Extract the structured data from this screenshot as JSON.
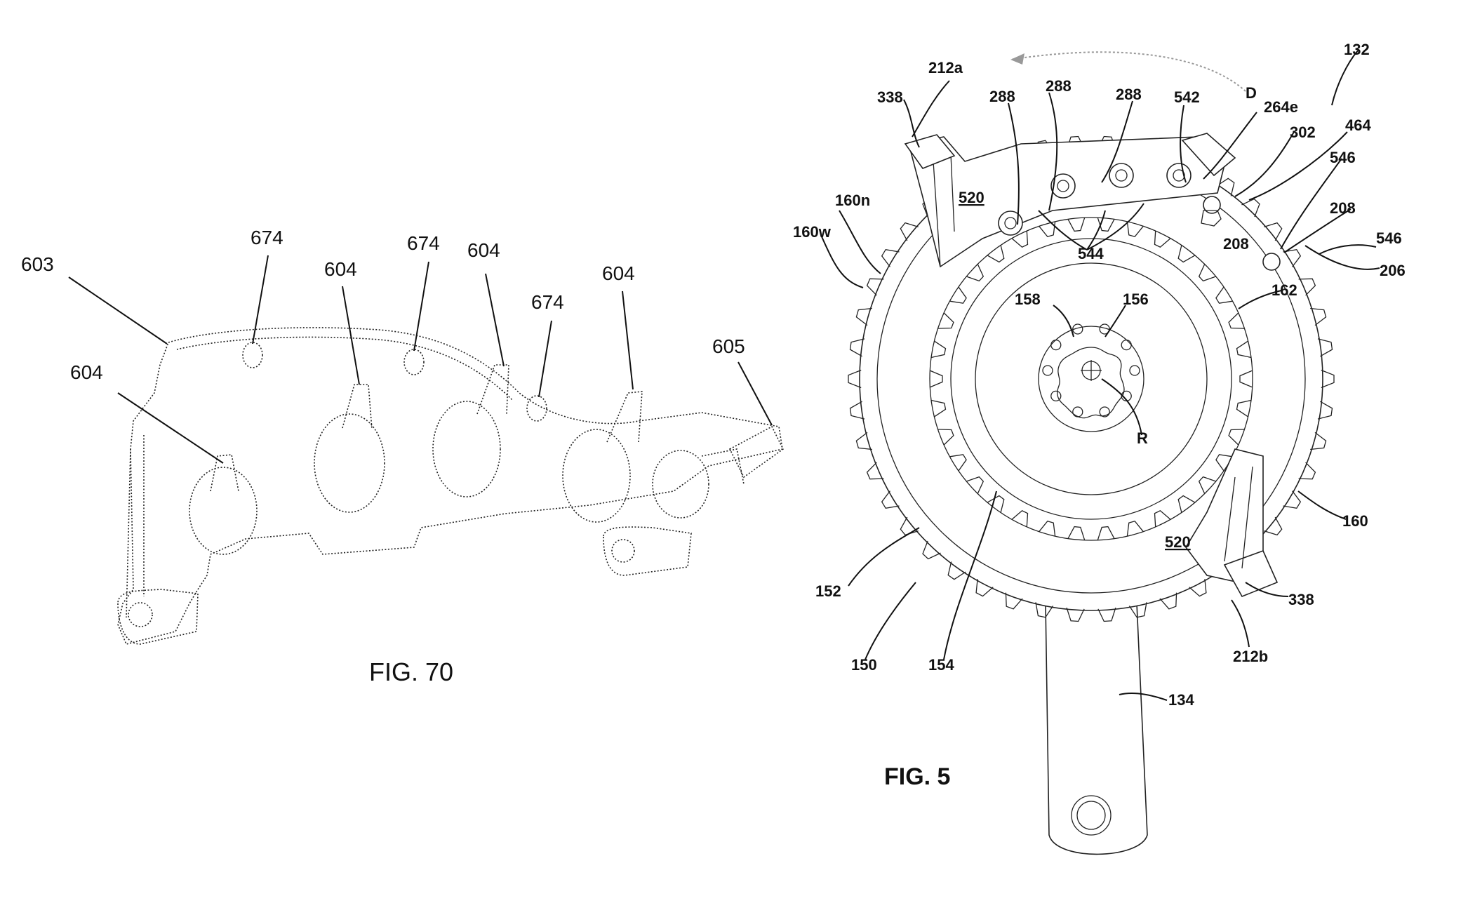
{
  "figures": [
    {
      "caption": "FIG. 70",
      "labels": {
        "l603": "603",
        "l604a": "604",
        "l604b": "604",
        "l604c": "604",
        "l604d": "604",
        "l674a": "674",
        "l674b": "674",
        "l674c": "674",
        "l605": "605"
      }
    },
    {
      "caption": "FIG. 5",
      "labels": {
        "l132": "132",
        "lD": "D",
        "l212a": "212a",
        "l338a": "338",
        "l288a": "288",
        "l288b": "288",
        "l288c": "288",
        "l542": "542",
        "l264e": "264e",
        "l302": "302",
        "l464": "464",
        "l546a": "546",
        "l546b": "546",
        "l208a": "208",
        "l208b": "208",
        "l206": "206",
        "l520a": "520",
        "l520b": "520",
        "l160n": "160n",
        "l160w": "160w",
        "l544": "544",
        "l162": "162",
        "l158": "158",
        "l156": "156",
        "lR": "R",
        "l160": "160",
        "l152": "152",
        "l150": "150",
        "l154": "154",
        "l338b": "338",
        "l212b": "212b",
        "l134": "134"
      }
    }
  ]
}
